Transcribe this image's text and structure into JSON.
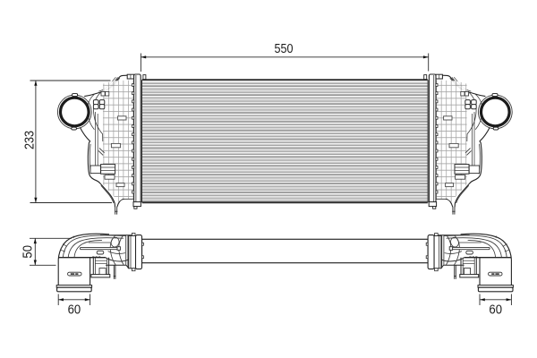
{
  "document": {
    "type": "technical-drawing",
    "subject": "intercooler charge-air-cooler two-view outline drawing",
    "background_color": "#ffffff",
    "line_color": "#1f1f1f"
  },
  "views": {
    "front": {
      "name": "front-view",
      "dimensions": {
        "width": {
          "label": "550"
        },
        "height": {
          "label": "233"
        }
      }
    },
    "bottom": {
      "name": "bottom-view",
      "dimensions": {
        "depth": {
          "label": "50"
        },
        "left_outlet": {
          "label": "60"
        },
        "right_outlet": {
          "label": "60"
        }
      }
    }
  }
}
